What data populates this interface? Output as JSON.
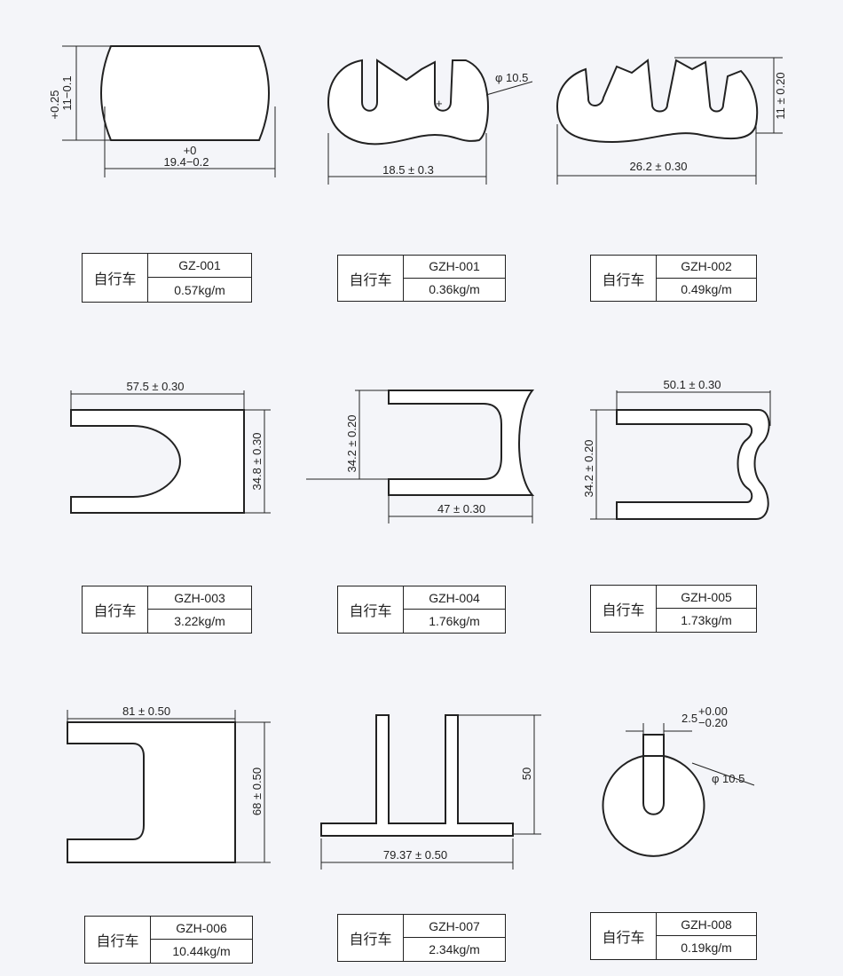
{
  "category": "自行车",
  "profiles": [
    {
      "code": "GZ-001",
      "weight": "0.57kg/m",
      "dims": [
        "+0.25",
        "11−0.1",
        "+0",
        "19.4−0.2"
      ]
    },
    {
      "code": "GZH-001",
      "weight": "0.36kg/m",
      "dims": [
        "φ 10.5",
        "18.5 ± 0.3"
      ]
    },
    {
      "code": "GZH-002",
      "weight": "0.49kg/m",
      "dims": [
        "11 ± 0.20",
        "26.2 ± 0.30"
      ]
    },
    {
      "code": "GZH-003",
      "weight": "3.22kg/m",
      "dims": [
        "57.5 ± 0.30",
        "34.8 ± 0.30"
      ]
    },
    {
      "code": "GZH-004",
      "weight": "1.76kg/m",
      "dims": [
        "34.2 ± 0.20",
        "47 ± 0.30"
      ]
    },
    {
      "code": "GZH-005",
      "weight": "1.73kg/m",
      "dims": [
        "50.1 ± 0.30",
        "34.2 ± 0.20"
      ]
    },
    {
      "code": "GZH-006",
      "weight": "10.44kg/m",
      "dims": [
        "81 ± 0.50",
        "68 ± 0.50"
      ]
    },
    {
      "code": "GZH-007",
      "weight": "2.34kg/m",
      "dims": [
        "50",
        "79.37 ± 0.50"
      ]
    },
    {
      "code": "GZH-008",
      "weight": "0.19kg/m",
      "dims": [
        "2.5",
        "+0.00",
        "−0.20",
        "φ 10.5"
      ]
    }
  ]
}
